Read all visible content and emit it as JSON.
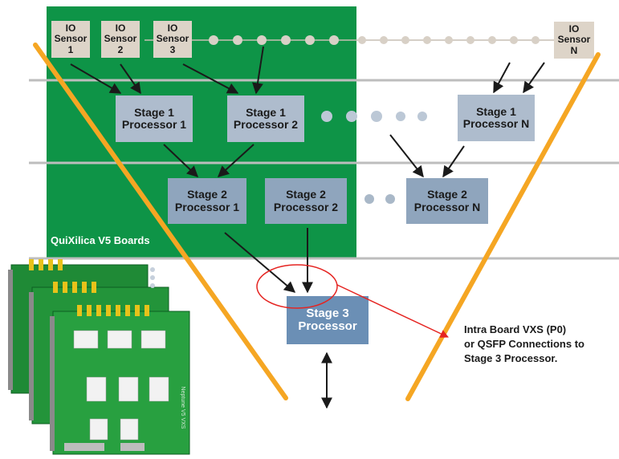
{
  "sensors": [
    {
      "line1": "IO",
      "line2": "Sensor",
      "line3": "1"
    },
    {
      "line1": "IO",
      "line2": "Sensor",
      "line3": "2"
    },
    {
      "line1": "IO",
      "line2": "Sensor",
      "line3": "3"
    },
    {
      "line1": "IO",
      "line2": "Sensor",
      "line3": "N"
    }
  ],
  "stage1": [
    {
      "line1": "Stage 1",
      "line2": "Processor 1"
    },
    {
      "line1": "Stage 1",
      "line2": "Processor 2"
    },
    {
      "line1": "Stage 1",
      "line2": "Processor N"
    }
  ],
  "stage2": [
    {
      "line1": "Stage 2",
      "line2": "Processor 1"
    },
    {
      "line1": "Stage 2",
      "line2": "Processor 2"
    },
    {
      "line1": "Stage 2",
      "line2": "Processor N"
    }
  ],
  "stage3": {
    "line1": "Stage 3",
    "line2": "Processor"
  },
  "boards_label": "QuiXilica V5 Boards",
  "annotation": {
    "line1": "Intra Board VXS (P0)",
    "line2": "or QSFP Connections to",
    "line3": "Stage 3 Processor."
  },
  "board_silkscreen": "Neptune V5 VXS",
  "colors": {
    "green_panel": "#0e9447",
    "sensor_box": "#ddd4c8",
    "stage1_box": "#aebccd",
    "stage2_box": "#8fa5bd",
    "stage3_box": "#6b8fb5",
    "funnel": "#f5a623",
    "callout": "#e52421"
  }
}
